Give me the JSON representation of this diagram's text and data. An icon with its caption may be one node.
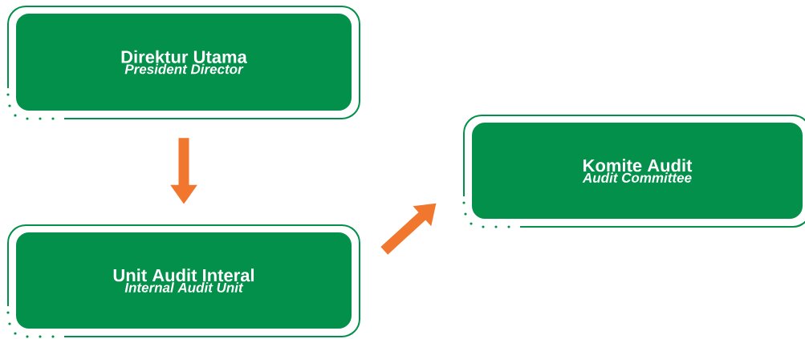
{
  "diagram": {
    "nodes": [
      {
        "text": [
          "Direktur Utama",
          "President Director"
        ]
      },
      {
        "text": [
          "Unit Audit Interal",
          "Internal Audit Unit"
        ]
      },
      {
        "text": [
          "Komite Audit",
          "Audit Committee"
        ]
      }
    ],
    "edges": [
      {
        "from": 0,
        "to": 1,
        "arrow": "to"
      },
      {
        "from": 1,
        "to": 2,
        "arrow": "to"
      }
    ]
  }
}
